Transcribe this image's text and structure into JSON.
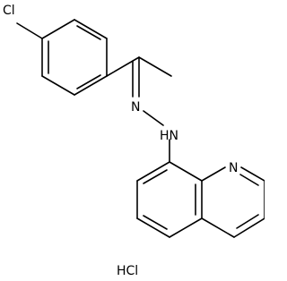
{
  "molecule": {
    "atom_labels": {
      "chlorine": "Cl",
      "imine_nitrogen": "N",
      "hydrazine_nh": "HN",
      "quinoline_nitrogen": "N"
    },
    "salt_label": "HCl"
  }
}
